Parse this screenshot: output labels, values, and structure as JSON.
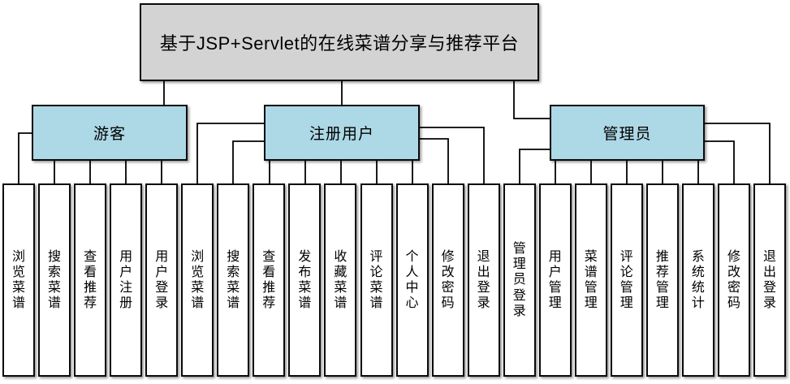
{
  "diagram": {
    "title": "基于JSP+Servlet的在线菜谱分享与推荐平台",
    "groups": [
      {
        "label": "游客",
        "children": [
          "浏览菜谱",
          "搜索菜谱",
          "查看推荐",
          "用户注册",
          "用户登录"
        ]
      },
      {
        "label": "注册用户",
        "children": [
          "浏览菜谱",
          "搜索菜谱",
          "查看推荐",
          "发布菜谱",
          "收藏菜谱",
          "评论菜谱",
          "个人中心",
          "修改密码",
          "退出登录"
        ]
      },
      {
        "label": "管理员",
        "children": [
          "管理员登录",
          "用户管理",
          "菜谱管理",
          "评论管理",
          "推荐管理",
          "系统统计",
          "修改密码",
          "退出登录"
        ]
      }
    ],
    "colors": {
      "root_fill": "#d3d3d3",
      "role_fill": "#add8e6",
      "leaf_fill": "#ffffff",
      "line_color": "#000000",
      "border_color": "#0a0a0a"
    }
  }
}
